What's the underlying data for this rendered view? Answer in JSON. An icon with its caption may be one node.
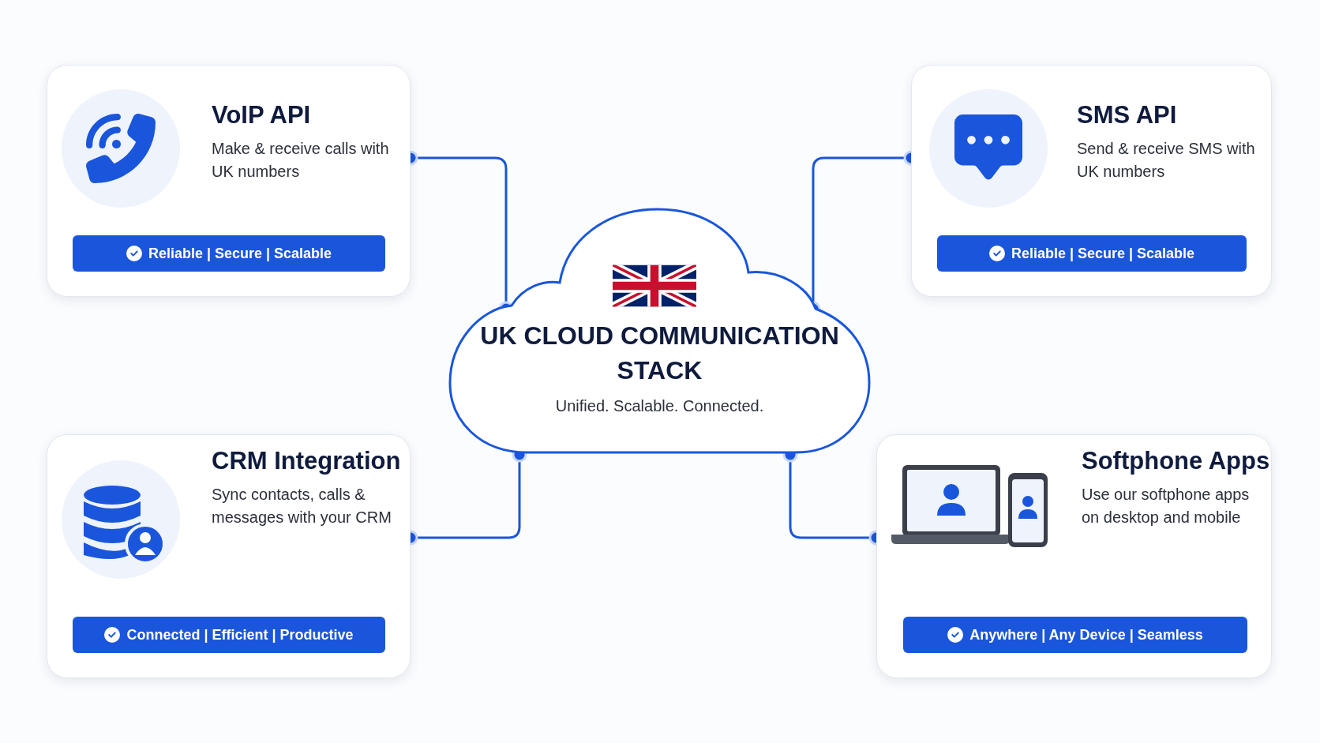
{
  "diagram": {
    "nodes": [
      {
        "text": [
          "VoIP API",
          "Make & receive calls with UK numbers"
        ]
      },
      {
        "text": [
          "Reliable | Secure | Scalable"
        ],
        "in": 0
      },
      {
        "text": [
          "SMS API",
          "Send & receive SMS with UK numbers"
        ]
      },
      {
        "text": [
          "Reliable | Secure | Scalable"
        ],
        "in": 2
      },
      {
        "text": [
          "UK CLOUD COMMUNICATION STACK",
          "Unified. Scalable. Connected."
        ]
      },
      {
        "text": [
          "CRM Integration",
          "Sync contacts, calls & messages with your CRM"
        ]
      },
      {
        "text": [
          "Connected | Efficient | Productive"
        ],
        "in": 5
      },
      {
        "text": [
          "Softphone Apps",
          "Use our softphone apps on desktop and mobile"
        ]
      },
      {
        "text": [
          "Anywhere | Any Device | Seamless"
        ],
        "in": 7
      }
    ],
    "edges": [
      {
        "from": 0,
        "to": 4,
        "arrow": "other"
      },
      {
        "from": 2,
        "to": 4,
        "arrow": "other"
      },
      {
        "from": 5,
        "to": 4,
        "arrow": "other"
      },
      {
        "from": 7,
        "to": 4,
        "arrow": "other"
      }
    ]
  }
}
